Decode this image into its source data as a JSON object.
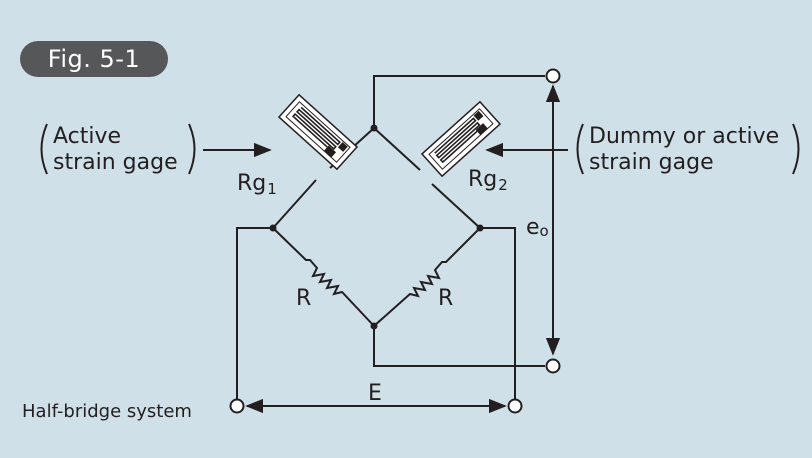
{
  "figure": {
    "label": "Fig. 5-1"
  },
  "labels": {
    "active_line1": "Active",
    "active_line2": "strain gage",
    "dummy_line1": "Dummy or active",
    "dummy_line2": "strain gage",
    "rg1_main": "Rg",
    "rg1_sub": "1",
    "rg2_main": "Rg",
    "rg2_sub": "2",
    "r_left": "R",
    "r_right": "R",
    "eo_main": "e",
    "eo_sub": "o",
    "excitation": "E",
    "caption": "Half-bridge system"
  },
  "colors": {
    "background": "#cfe0e8",
    "badge": "#555759",
    "line": "#231f20"
  }
}
